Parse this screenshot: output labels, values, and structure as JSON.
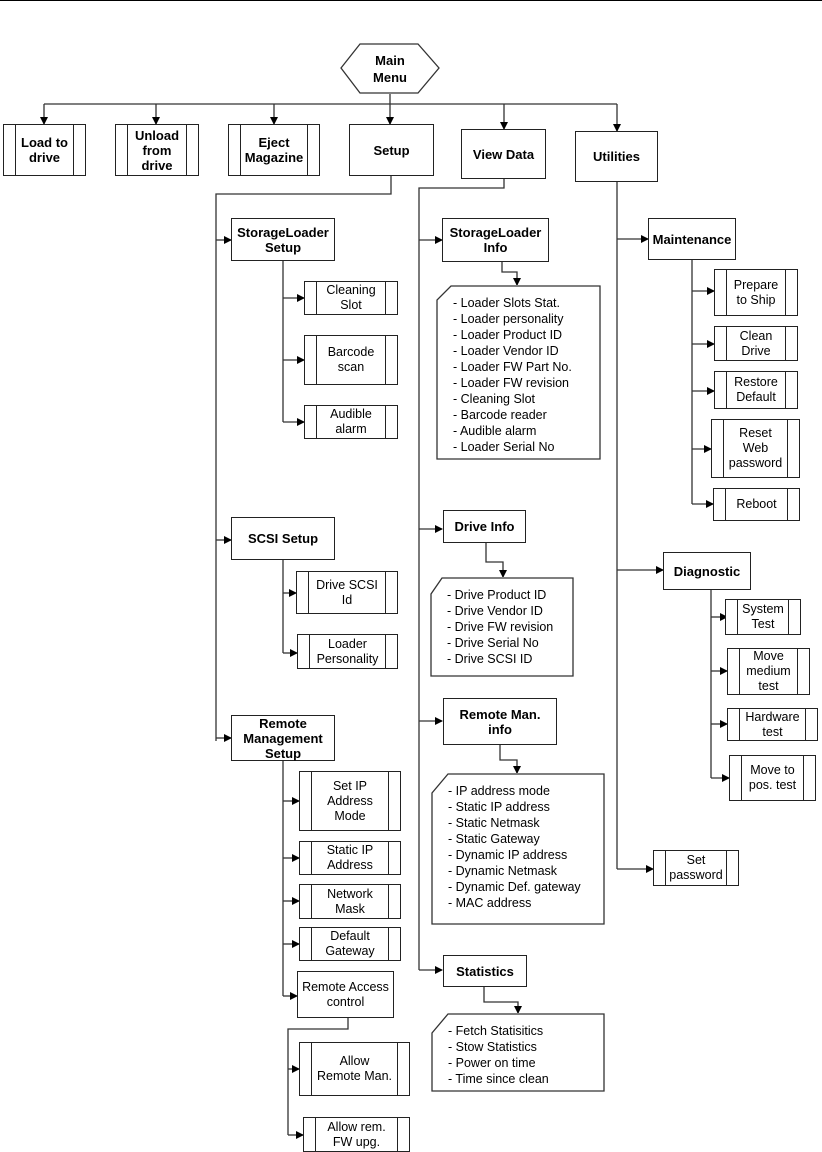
{
  "diagram": {
    "root": {
      "label": "Main\nMenu"
    },
    "top_level": [
      {
        "id": "load",
        "label": "Load to\ndrive"
      },
      {
        "id": "unload",
        "label": "Unload\nfrom\ndrive"
      },
      {
        "id": "eject",
        "label": "Eject\nMagazine"
      },
      {
        "id": "setup",
        "label": "Setup"
      },
      {
        "id": "view",
        "label": "View Data"
      },
      {
        "id": "utilities",
        "label": "Utilities"
      }
    ],
    "setup": {
      "storageloader": {
        "label": "StorageLoader\nSetup",
        "items": [
          "Cleaning\nSlot",
          "Barcode\nscan",
          "Audible\nalarm"
        ]
      },
      "scsi": {
        "label": "SCSI Setup",
        "items": [
          "Drive SCSI\nId",
          "Loader\nPersonality"
        ]
      },
      "remote": {
        "label": "Remote\nManagement\nSetup",
        "items": [
          "Set IP\nAddress\nMode",
          "Static IP\nAddress",
          "Network\nMask",
          "Default\nGateway"
        ],
        "access": {
          "label": "Remote Access\ncontrol",
          "items": [
            "Allow\nRemote Man.",
            "Allow rem.\nFW upg."
          ]
        }
      }
    },
    "view_data": {
      "storageloader_info": {
        "label": "StorageLoader\nInfo",
        "fields": [
          "- Loader Slots Stat.",
          "- Loader personality",
          "- Loader Product ID",
          "- Loader Vendor ID",
          "- Loader FW Part No.",
          "- Loader FW revision",
          "- Cleaning Slot",
          "- Barcode reader",
          "- Audible alarm",
          "- Loader Serial No"
        ]
      },
      "drive_info": {
        "label": "Drive Info",
        "fields": [
          "- Drive Product ID",
          "- Drive Vendor ID",
          "- Drive FW revision",
          "- Drive Serial No",
          "- Drive SCSI ID"
        ]
      },
      "remote_info": {
        "label": "Remote Man.\ninfo",
        "fields": [
          "- IP address mode",
          "- Static IP address",
          "- Static Netmask",
          "- Static Gateway",
          "- Dynamic IP address",
          "- Dynamic Netmask",
          "- Dynamic Def. gateway",
          "- MAC address"
        ]
      },
      "statistics": {
        "label": "Statistics",
        "fields": [
          "- Fetch Statisitics",
          "- Stow Statistics",
          "- Power on time",
          "- Time since clean"
        ]
      }
    },
    "utilities": {
      "maintenance": {
        "label": "Maintenance",
        "items": [
          "Prepare\nto Ship",
          "Clean\nDrive",
          "Restore\nDefault",
          "Reset\nWeb\npassword",
          "Reboot"
        ]
      },
      "diagnostic": {
        "label": "Diagnostic",
        "items": [
          "System\nTest",
          "Move\nmedium\ntest",
          "Hardware\ntest",
          "Move to\npos. test"
        ]
      },
      "set_password": {
        "label": "Set\npassword"
      }
    }
  }
}
